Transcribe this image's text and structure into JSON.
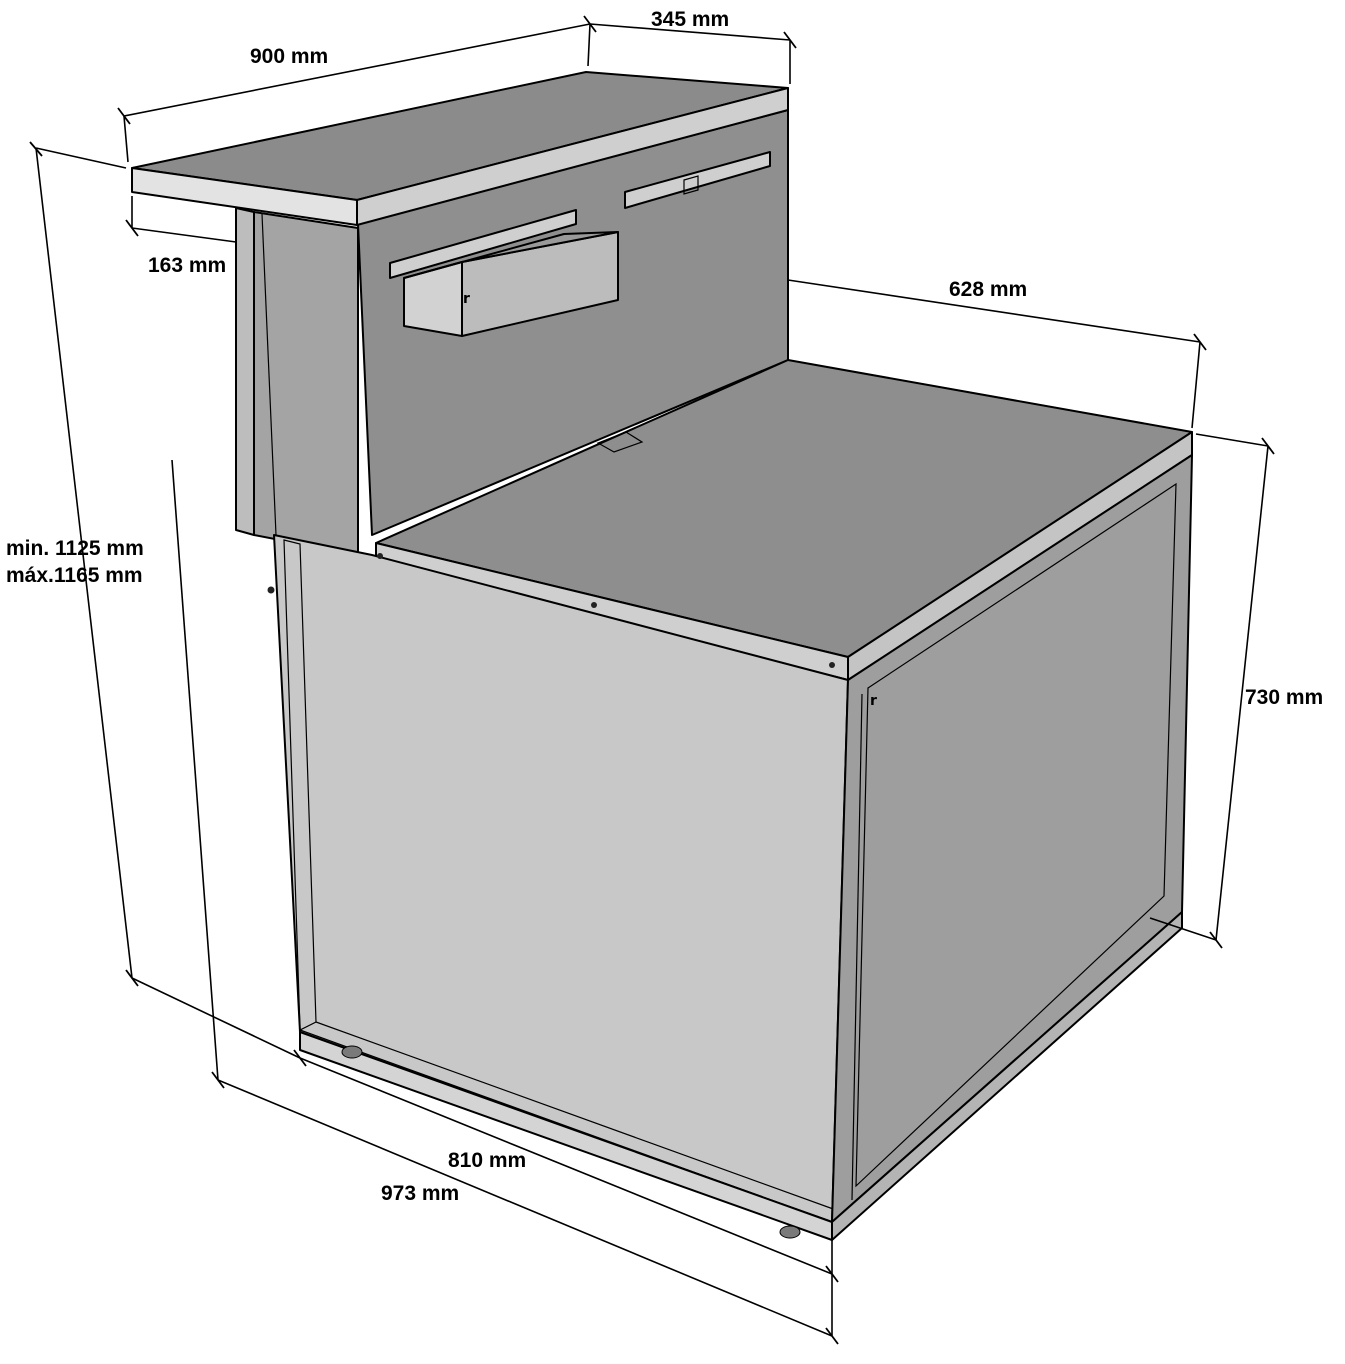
{
  "dimensions": {
    "top_width": "900 mm",
    "top_depth": "345 mm",
    "top_overhang": "163 mm",
    "worktop_depth": "628 mm",
    "total_height_min": "min. 1125 mm",
    "total_height_max": "máx.1165 mm",
    "base_height": "730 mm",
    "base_width": "810 mm",
    "overall_width": "973 mm"
  },
  "colors": {
    "panel_dark": "#8f8f8f",
    "panel_mid": "#a9a9a9",
    "panel_light": "#c9c9c9",
    "edge_light": "#dedede",
    "line": "#000000"
  }
}
